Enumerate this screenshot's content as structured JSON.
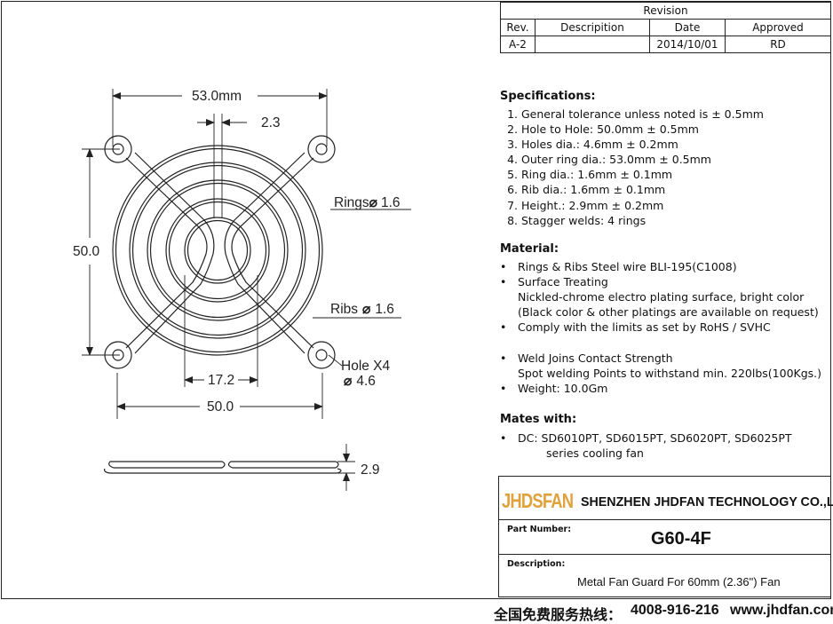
{
  "revision": {
    "title": "Revision",
    "headers": [
      "Rev.",
      "Descripition",
      "Date",
      "Approved"
    ],
    "row": [
      "A-2",
      "",
      "2014/10/01",
      "RD"
    ]
  },
  "drawing": {
    "dim_width_top": "53.0mm",
    "dim_offset": "2.3",
    "dim_height": "50.0",
    "dim_rings": "Rings",
    "dim_rings_val": "1.6",
    "dim_ribs": "Ribs",
    "dim_ribs_val": "1.6",
    "dim_hole_1": "Hole X4",
    "dim_hole_2": "4.6",
    "dim_inner": "17.2",
    "dim_width_bottom": "50.0",
    "dim_thickness": "2.9",
    "diameter_symbol": "⌀"
  },
  "specs": {
    "title": "Specifications:",
    "items": [
      "General tolerance unless noted is ± 0.5mm",
      "Hole to Hole: 50.0mm ± 0.5mm",
      "Holes dia.: 4.6mm ± 0.2mm",
      "Outer ring dia.: 53.0mm ± 0.5mm",
      "Ring  dia.: 1.6mm ± 0.1mm",
      "Rib  dia.: 1.6mm ± 0.1mm",
      "Height.: 2.9mm ± 0.2mm",
      "Stagger welds: 4 rings"
    ]
  },
  "material": {
    "title": "Material:",
    "line1": "Rings & Ribs Steel wire BLI-195(C1008)",
    "line2": "Surface Treating",
    "line3": "Nickled-chrome electro plating surface, bright color",
    "line4": "(Black color & other platings are available on request)",
    "line5": "Comply with the limits as set by RoHS / SVHC",
    "line6": "Weld Joins Contact Strength",
    "line7": "Spot welding Points to withstand min. 220lbs(100Kgs.)",
    "line8": "Weight: 10.0Gm"
  },
  "mates": {
    "title": "Mates with:",
    "line1": "DC: SD6010PT, SD6015PT, SD6020PT, SD6025PT",
    "line2": "series cooling fan"
  },
  "title_block": {
    "logo": "JHDSFAN",
    "company": "SHENZHEN JHDFAN TECHNOLOGY CO.,LTD",
    "part_label": "Part Number:",
    "part_number": "G60-4F",
    "desc_label": "Description:",
    "description": "Metal  Fan Guard  For 60mm (2.36\") Fan"
  },
  "footer": {
    "hotline": "全国免费服务热线：",
    "phone": "4008-916-216",
    "website": "www.jhdfan.com"
  },
  "colors": {
    "line": "#222222",
    "logo": "#e0a23c"
  }
}
